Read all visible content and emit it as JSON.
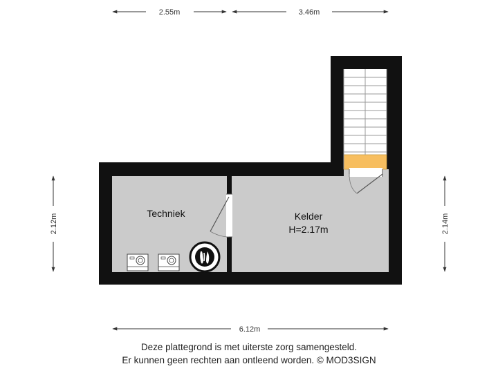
{
  "dimensions": {
    "top_left": "2.55m",
    "top_right": "3.46m",
    "bottom": "6.12m",
    "left": "2.12m",
    "right": "2.14m"
  },
  "rooms": {
    "techniek": {
      "label": "Techniek"
    },
    "kelder": {
      "label": "Kelder",
      "height": "H=2.17m"
    }
  },
  "icons": [
    "washing-machine-icon",
    "dryer-icon",
    "boiler-icon",
    "staircase",
    "door-swing"
  ],
  "colors": {
    "wall": "#111111",
    "floor": "#cbcbcb",
    "stair_landing": "#f7be5f",
    "dimension_line": "#333333"
  },
  "disclaimer": {
    "line1": "Deze plattegrond is met uiterste zorg samengesteld.",
    "line2": "Er kunnen geen rechten aan ontleend worden. © MOD3SIGN"
  }
}
